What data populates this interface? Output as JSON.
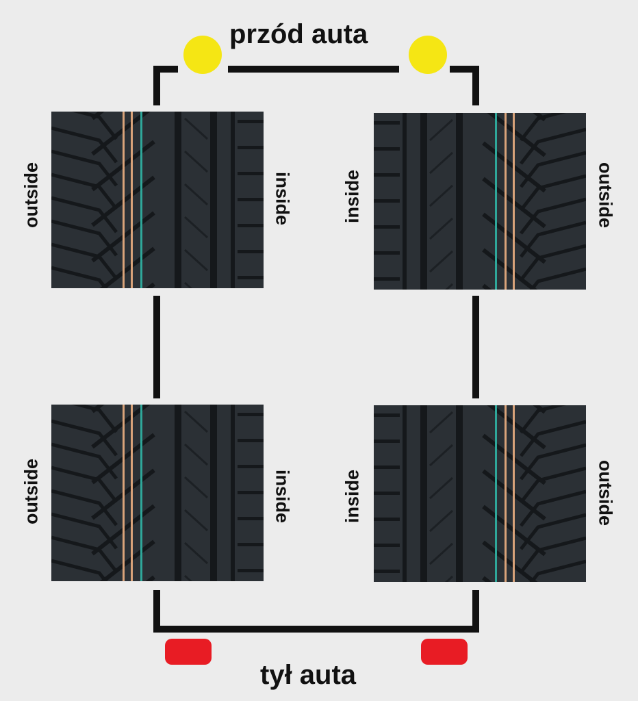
{
  "labels": {
    "front": "przód auta",
    "rear": "tył auta",
    "outside": "outside",
    "inside": "inside"
  },
  "colors": {
    "front_light": "#f5e614",
    "rear_light": "#e81c24",
    "tire_base": "#2b3035",
    "tire_groove": "#15181b",
    "stripe_orange": "#d9a37a",
    "stripe_teal": "#2fa79a"
  },
  "tires": [
    {
      "name": "front-left",
      "left_side": "outside",
      "right_side": "inside"
    },
    {
      "name": "front-right",
      "left_side": "inside",
      "right_side": "outside"
    },
    {
      "name": "rear-left",
      "left_side": "outside",
      "right_side": "inside"
    },
    {
      "name": "rear-right",
      "left_side": "inside",
      "right_side": "outside"
    }
  ]
}
